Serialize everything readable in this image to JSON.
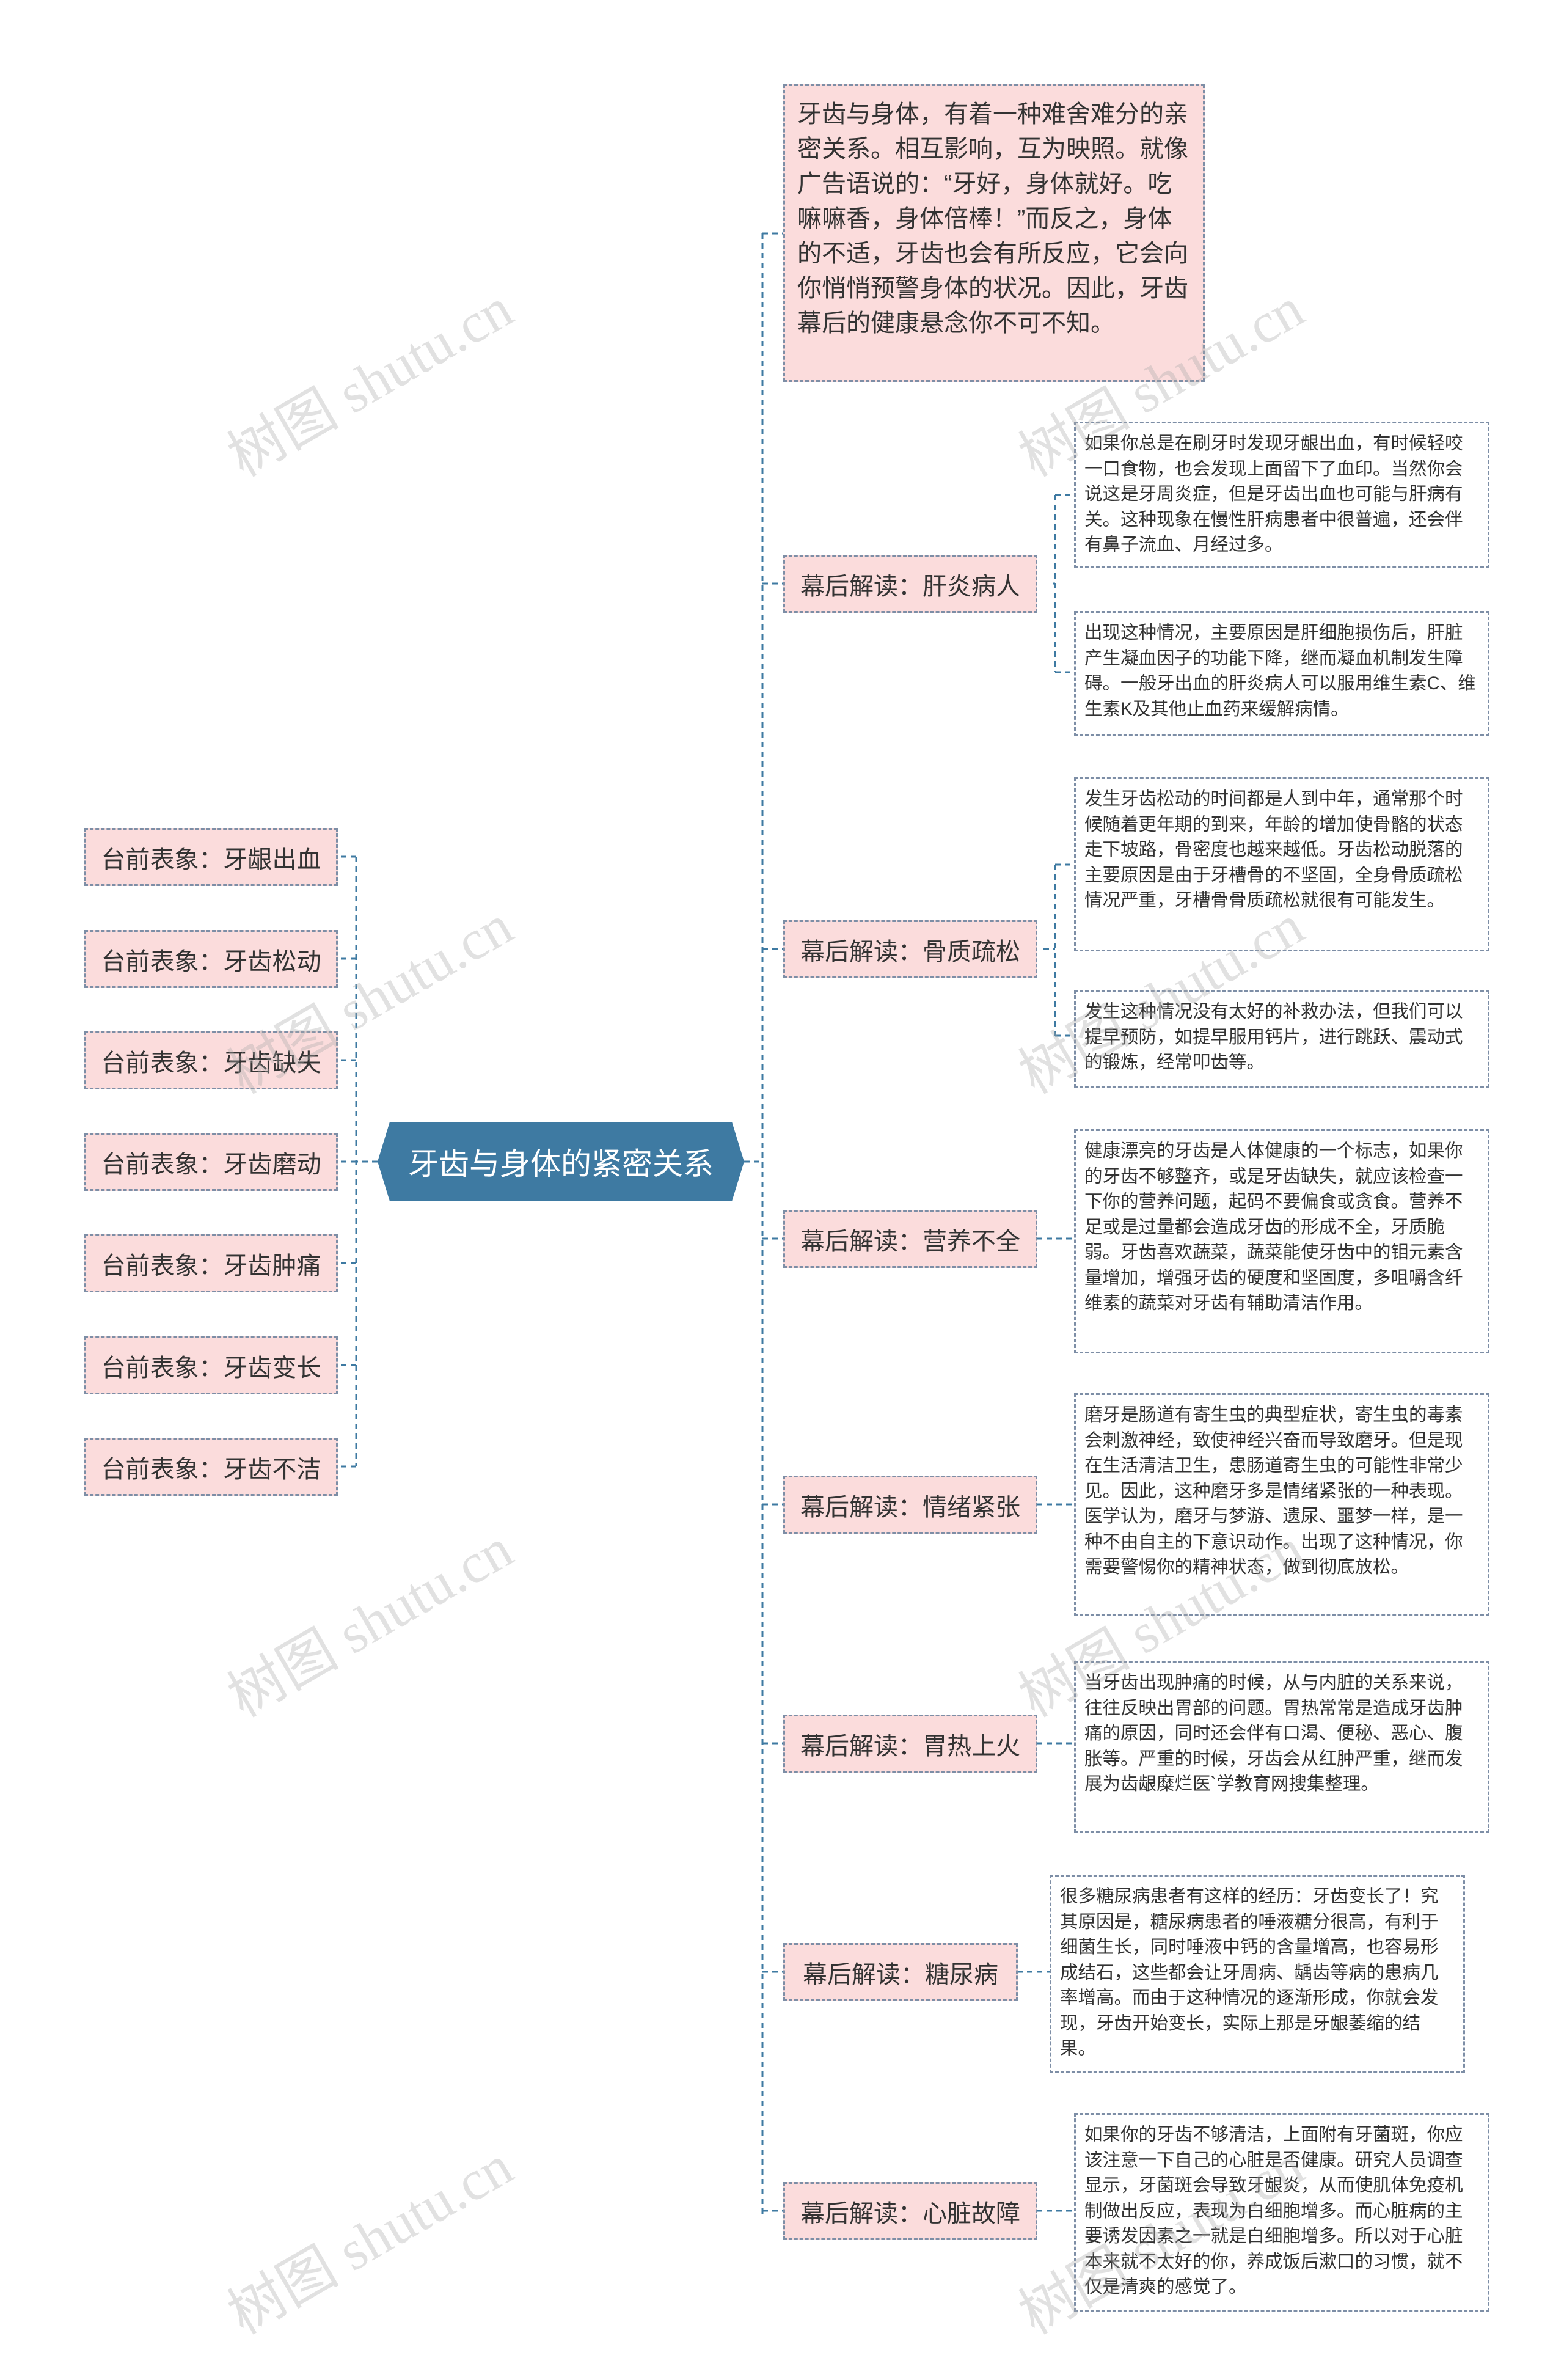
{
  "colors": {
    "center_fill": "#3e7aa2",
    "node_fill": "#fbdcdc",
    "note_fill": "#ffffff",
    "connector": "#3e7aa2",
    "border": "#7d8ea6",
    "text": "#333333"
  },
  "watermark": "树图 shutu.cn",
  "center": {
    "label": "牙齿与身体的紧密关系"
  },
  "left_nodes": [
    "台前表象：牙龈出血",
    "台前表象：牙齿松动",
    "台前表象：牙齿缺失",
    "台前表象：牙齿磨动",
    "台前表象：牙齿肿痛",
    "台前表象：牙齿变长",
    "台前表象：牙齿不洁"
  ],
  "top_note": "牙齿与身体，有着一种难舍难分的亲密关系。相互影响，互为映照。就像广告语说的：“牙好，身体就好。吃嘛嘛香，身体倍棒！”而反之，身体的不适，牙齿也会有所反应，它会向你悄悄预警身体的状况。因此，牙齿幕后的健康悬念你不可不知。",
  "right_nodes": [
    {
      "label": "幕后解读：肝炎病人",
      "notes": [
        "如果你总是在刷牙时发现牙龈出血，有时候轻咬一口食物，也会发现上面留下了血印。当然你会说这是牙周炎症，但是牙齿出血也可能与肝病有关。这种现象在慢性肝病患者中很普遍，还会伴有鼻子流血、月经过多。",
        "出现这种情况，主要原因是肝细胞损伤后，肝脏产生凝血因子的功能下降，继而凝血机制发生障碍。一般牙出血的肝炎病人可以服用维生素C、维生素K及其他止血药来缓解病情。"
      ]
    },
    {
      "label": "幕后解读：骨质疏松",
      "notes": [
        "发生牙齿松动的时间都是人到中年，通常那个时候随着更年期的到来，年龄的增加使骨骼的状态走下坡路，骨密度也越来越低。牙齿松动脱落的主要原因是由于牙槽骨的不坚固，全身骨质疏松情况严重，牙槽骨骨质疏松就很有可能发生。",
        "发生这种情况没有太好的补救办法，但我们可以提早预防，如提早服用钙片，进行跳跃、震动式的锻炼，经常叩齿等。"
      ]
    },
    {
      "label": "幕后解读：营养不全",
      "notes": [
        "健康漂亮的牙齿是人体健康的一个标志，如果你的牙齿不够整齐，或是牙齿缺失，就应该检查一下你的营养问题，起码不要偏食或贪食。营养不足或是过量都会造成牙齿的形成不全，牙质脆弱。牙齿喜欢蔬菜，蔬菜能使牙齿中的钼元素含量增加，增强牙齿的硬度和坚固度，多咀嚼含纤维素的蔬菜对牙齿有辅助清洁作用。"
      ]
    },
    {
      "label": "幕后解读：情绪紧张",
      "notes": [
        "磨牙是肠道有寄生虫的典型症状，寄生虫的毒素会刺激神经，致使神经兴奋而导致磨牙。但是现在生活清洁卫生，患肠道寄生虫的可能性非常少见。因此，这种磨牙多是情绪紧张的一种表现。医学认为，磨牙与梦游、遗尿、噩梦一样，是一种不由自主的下意识动作。出现了这种情况，你需要警惕你的精神状态，做到彻底放松。"
      ]
    },
    {
      "label": "幕后解读：胃热上火",
      "notes": [
        "当牙齿出现肿痛的时候，从与内脏的关系来说，往往反映出胃部的问题。胃热常常是造成牙齿肿痛的原因，同时还会伴有口渴、便秘、恶心、腹胀等。严重的时候，牙齿会从红肿严重，继而发展为齿龈糜烂医`学教育网搜集整理。"
      ]
    },
    {
      "label": "幕后解读：糖尿病",
      "notes": [
        "很多糖尿病患者有这样的经历：牙齿变长了！究其原因是，糖尿病患者的唾液糖分很高，有利于细菌生长，同时唾液中钙的含量增高，也容易形成结石，这些都会让牙周病、龋齿等病的患病几率增高。而由于这种情况的逐渐形成，你就会发现，牙齿开始变长，实际上那是牙龈萎缩的结果。"
      ]
    },
    {
      "label": "幕后解读：心脏故障",
      "notes": [
        "如果你的牙齿不够清洁，上面附有牙菌斑，你应该注意一下自己的心脏是否健康。研究人员调查显示，牙菌斑会导致牙龈炎，从而使肌体免疫机制做出反应，表现为白细胞增多。而心脏病的主要诱发因素之一就是白细胞增多。所以对于心脏本来就不太好的你，养成饭后漱口的习惯，就不仅是清爽的感觉了。"
      ]
    }
  ]
}
